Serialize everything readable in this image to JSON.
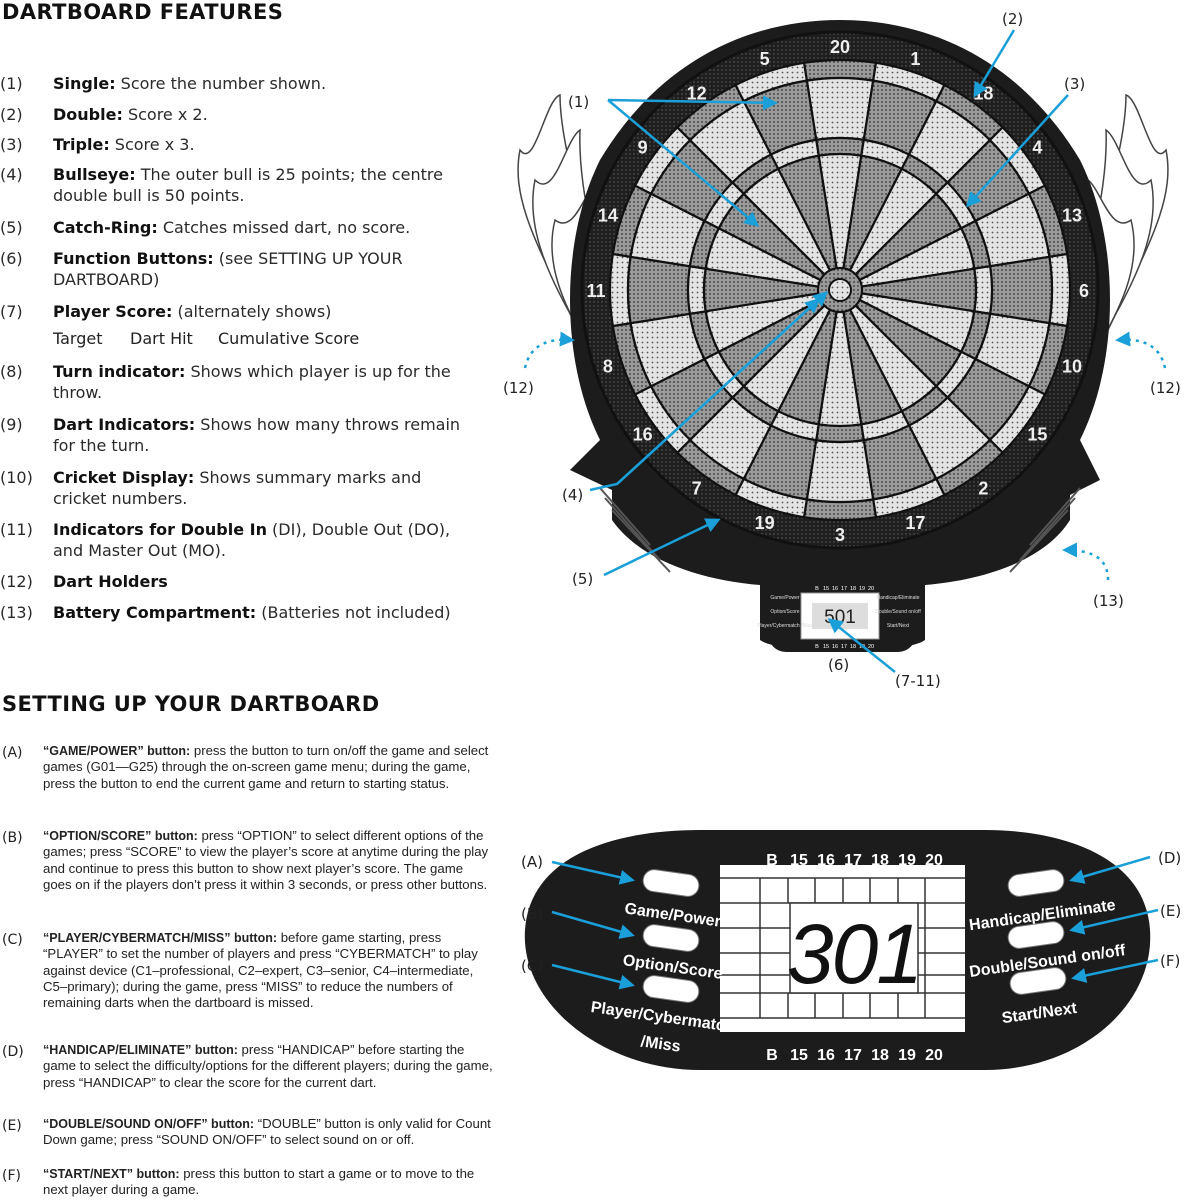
{
  "features_heading": "DARTBOARD FEATURES",
  "features": [
    {
      "num": "(1)",
      "label": "Single:",
      "desc": " Score the number shown."
    },
    {
      "num": "(2)",
      "label": "Double:",
      "desc": " Score x 2."
    },
    {
      "num": "(3)",
      "label": "Triple:",
      "desc": " Score x 3."
    },
    {
      "num": "(4)",
      "label": "Bullseye:",
      "desc": " The outer bull is 25 points; the centre double bull is 50 points."
    },
    {
      "num": "(5)",
      "label": "Catch-Ring:",
      "desc": " Catches missed dart, no score."
    },
    {
      "num": "(6)",
      "label": "Function Buttons:",
      "desc": " (see SETTING UP YOUR DARTBOARD)"
    },
    {
      "num": "(7)",
      "label": "Player Score:",
      "desc": " (alternately shows)"
    },
    {
      "num": "(8)",
      "label": "Turn indicator:",
      "desc": " Shows which player is up for the throw."
    },
    {
      "num": "(9)",
      "label": "Dart Indicators:",
      "desc": " Shows how many throws remain for the turn."
    },
    {
      "num": "(10)",
      "label": "Cricket Display:",
      "desc": " Shows summary marks and cricket numbers."
    },
    {
      "num": "(11)",
      "label": "Indicators for Double In",
      "desc": " (DI), Double Out (DO), and Master Out (MO)."
    },
    {
      "num": "(12)",
      "label": "Dart Holders",
      "desc": ""
    },
    {
      "num": "(13)",
      "label": "Battery Compartment:",
      "desc": " (Batteries not included)"
    }
  ],
  "score_modes": [
    "Target",
    "Dart Hit",
    "Cumulative Score"
  ],
  "setup_heading": "SETTING UP YOUR DARTBOARD",
  "setup": [
    {
      "num": "(A)",
      "label": "“GAME/POWER” button:",
      "desc": " press the button to turn on/off the game and select games (G01—G25) through the on-screen game menu; during the game, press the button to end the current game and return to starting status."
    },
    {
      "num": "(B)",
      "label": "“OPTION/SCORE” button:",
      "desc": " press “OPTION” to select different options of the games; press “SCORE” to view the player’s score at anytime during the play and continue to press this button to show next player’s score. The game goes on if the players don’t press it within 3 seconds, or press other buttons."
    },
    {
      "num": "(C)",
      "label": "“PLAYER/CYBERMATCH/MISS” button:",
      "desc": " before game starting, press “PLAYER” to set the number of players and press “CYBERMATCH” to play against device (C1–professional, C2–expert, C3–senior, C4–intermediate, C5–primary); during the game, press “MISS” to reduce the numbers of remaining darts when the dartboard is missed."
    },
    {
      "num": "(D)",
      "label": "“HANDICAP/ELIMINATE” button:",
      "desc": " press “HANDICAP” before starting the game to select the difficulty/options for the different players; during the game, press “HANDICAP” to clear the score for the current dart."
    },
    {
      "num": "(E)",
      "label": "“DOUBLE/SOUND ON/OFF” button:",
      "desc": " “DOUBLE” button is only valid for Count Down game; press “SOUND ON/OFF” to select sound on or off."
    },
    {
      "num": "(F)",
      "label": "“START/NEXT” button:",
      "desc": " press this button to start a game or to move to the next player during a game."
    }
  ],
  "board": {
    "numbers": [
      "20",
      "1",
      "18",
      "4",
      "13",
      "6",
      "10",
      "15",
      "2",
      "17",
      "3",
      "19",
      "7",
      "16",
      "8",
      "11",
      "14",
      "9",
      "12",
      "5"
    ],
    "callouts": {
      "c1": "(1)",
      "c2": "(2)",
      "c3": "(3)",
      "c4": "(4)",
      "c5": "(5)",
      "c6": "(6)",
      "c711": "(7-11)",
      "c12l": "(12)",
      "c12r": "(12)",
      "c13": "(13)"
    },
    "mini_display": "501",
    "mini_left_buttons": [
      "Game/Power",
      "Option/Score",
      "Player/Cybermatch /Miss"
    ],
    "mini_right_buttons": [
      "Handicap/Eliminate",
      "Double/Sound on/off",
      "Start/Next"
    ]
  },
  "panel": {
    "cricket_labels": [
      "B",
      "15",
      "16",
      "17",
      "18",
      "19",
      "20"
    ],
    "display": "301",
    "left_buttons": [
      "Game/Power",
      "Option/Score",
      "Player/Cybermatch",
      "/Miss"
    ],
    "right_buttons": [
      "Handicap/Eliminate",
      "Double/Sound on/off",
      "Start/Next"
    ],
    "callouts": {
      "a": "(A)",
      "b": "(B)",
      "c": "(C)",
      "d": "(D)",
      "e": "(E)",
      "f": "(F)"
    }
  },
  "colors": {
    "accent": "#1a9fd8",
    "board_dark": "#1c1c1c",
    "light_seg": "#d9d9d9",
    "dark_seg": "#8c8c8c"
  }
}
